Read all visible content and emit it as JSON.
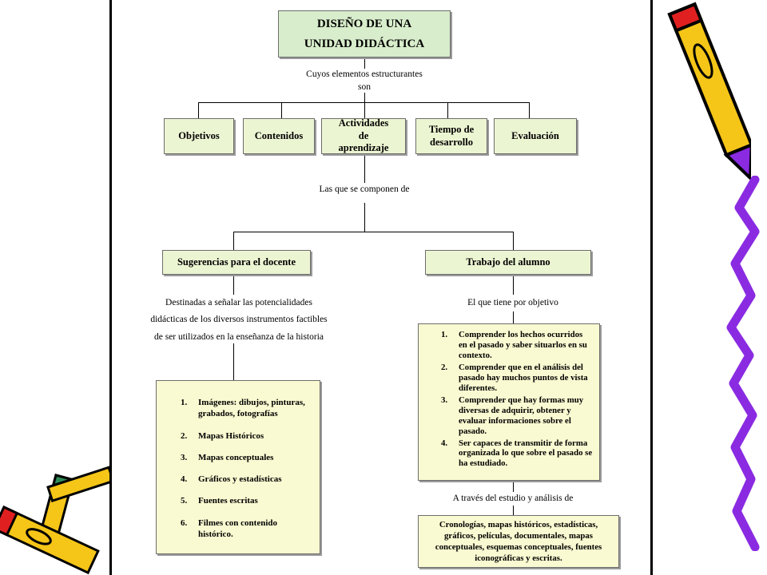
{
  "diagram": {
    "title": "DISEÑO DE UNA UNIDAD DIDÁCTICA",
    "connector1": "Cuyos elementos estructurantes son",
    "elements": [
      "Objetivos",
      "Contenidos",
      "Actividades de aprendizaje",
      "Tiempo de desarrollo",
      "Evaluación"
    ],
    "connector2": "Las que se componen de",
    "left_branch": {
      "label": "Sugerencias para el docente",
      "description": "Destinadas a señalar las potencialidades didácticas de los diversos instrumentos factibles de ser utilizados en la enseñanza de la historia",
      "items": [
        {
          "num": "1.",
          "text": "Imágenes: dibujos, pinturas, grabados, fotografías"
        },
        {
          "num": "2.",
          "text": "Mapas Históricos"
        },
        {
          "num": "3.",
          "text": "Mapas conceptuales"
        },
        {
          "num": "4.",
          "text": "Gráficos y estadísticas"
        },
        {
          "num": "5.",
          "text": "Fuentes escritas"
        },
        {
          "num": "6.",
          "text": "Filmes con contenido histórico."
        }
      ]
    },
    "right_branch": {
      "label": "Trabajo del alumno",
      "description": "El que tiene por objetivo",
      "objectives": [
        {
          "num": "1.",
          "text": "Comprender los hechos ocurridos en el pasado y saber situarlos en su contexto."
        },
        {
          "num": "2.",
          "text": "Comprender que en el análisis del pasado hay muchos puntos de vista diferentes."
        },
        {
          "num": "3.",
          "text": "Comprender que hay formas muy diversas de adquirir, obtener y evaluar informaciones sobre el pasado."
        },
        {
          "num": "4.",
          "text": "Ser capaces de transmitir de forma organizada lo que sobre el pasado se ha estudiado."
        }
      ],
      "connector": "A través del estudio y análisis de",
      "sources": "Cronologías, mapas históricos, estadísticas, gráficos, películas, documentales, mapas conceptuales, esquemas conceptuales, fuentes iconográficas y escritas."
    }
  },
  "decorations": {
    "pencil_color": "#f5c518",
    "squiggle_color": "#8a2be2"
  }
}
